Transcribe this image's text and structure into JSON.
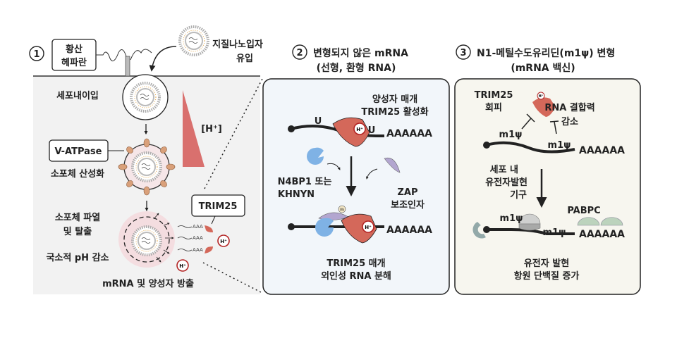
{
  "panel1": {
    "number": "1",
    "heparan_box": [
      "황산",
      "헤파란"
    ],
    "lnp_entry": [
      "지질나노입자",
      "유입"
    ],
    "endocytosis": "세포내이입",
    "vatpase_box": "V-ATPase",
    "acidification": "소포체 산성화",
    "proton_gradient": "[H⁺]",
    "rupture": [
      "소포체 파열",
      "및 탈출"
    ],
    "local_ph": "국소적 pH 감소",
    "trim25_box": "TRIM25",
    "release": "mRNA 및 양성자 방출",
    "proton": "H⁺",
    "polyA_small": "AAA"
  },
  "panel2": {
    "number": "2",
    "title": [
      "변형되지 않은 mRNA",
      "(선형, 환형 RNA)"
    ],
    "activation": [
      "양성자 매개",
      "TRIM25 활성화"
    ],
    "uridine": "U",
    "polyA": "AAAAAA",
    "n4bp1": [
      "N4BP1 또는",
      "KHNYN"
    ],
    "zap": [
      "ZAP",
      "보조인자"
    ],
    "ub": "Ub",
    "result": [
      "TRIM25 매개",
      "외인성 RNA 분해"
    ],
    "proton": "H⁺"
  },
  "panel3": {
    "number": "3",
    "title": [
      "N1-메틸수도유리딘(m1ψ) 변형",
      "(mRNA 백신)"
    ],
    "evasion": [
      "TRIM25",
      "회피"
    ],
    "binding": [
      "RNA 결합력",
      "감소"
    ],
    "mod": "m1ψ",
    "polyA": "AAAAAA",
    "machinery": [
      "세포 내",
      "유전자발현",
      "기구"
    ],
    "pabpc": "PABPC",
    "result": [
      "유전자 발현",
      "항원 단백질 증가"
    ],
    "proton": "H⁺"
  },
  "colors": {
    "trim25": "#d4685a",
    "n4bp1": "#7fb2e5",
    "zap": "#b3a6d0",
    "pabpc": "#bcd3bd",
    "vatpase": "#d9a07a",
    "panel2_bg": "#f2f6fa",
    "panel3_bg": "#f7f6ef",
    "panel1_bg": "#f2f2f2",
    "proton_red": "#b22222"
  }
}
